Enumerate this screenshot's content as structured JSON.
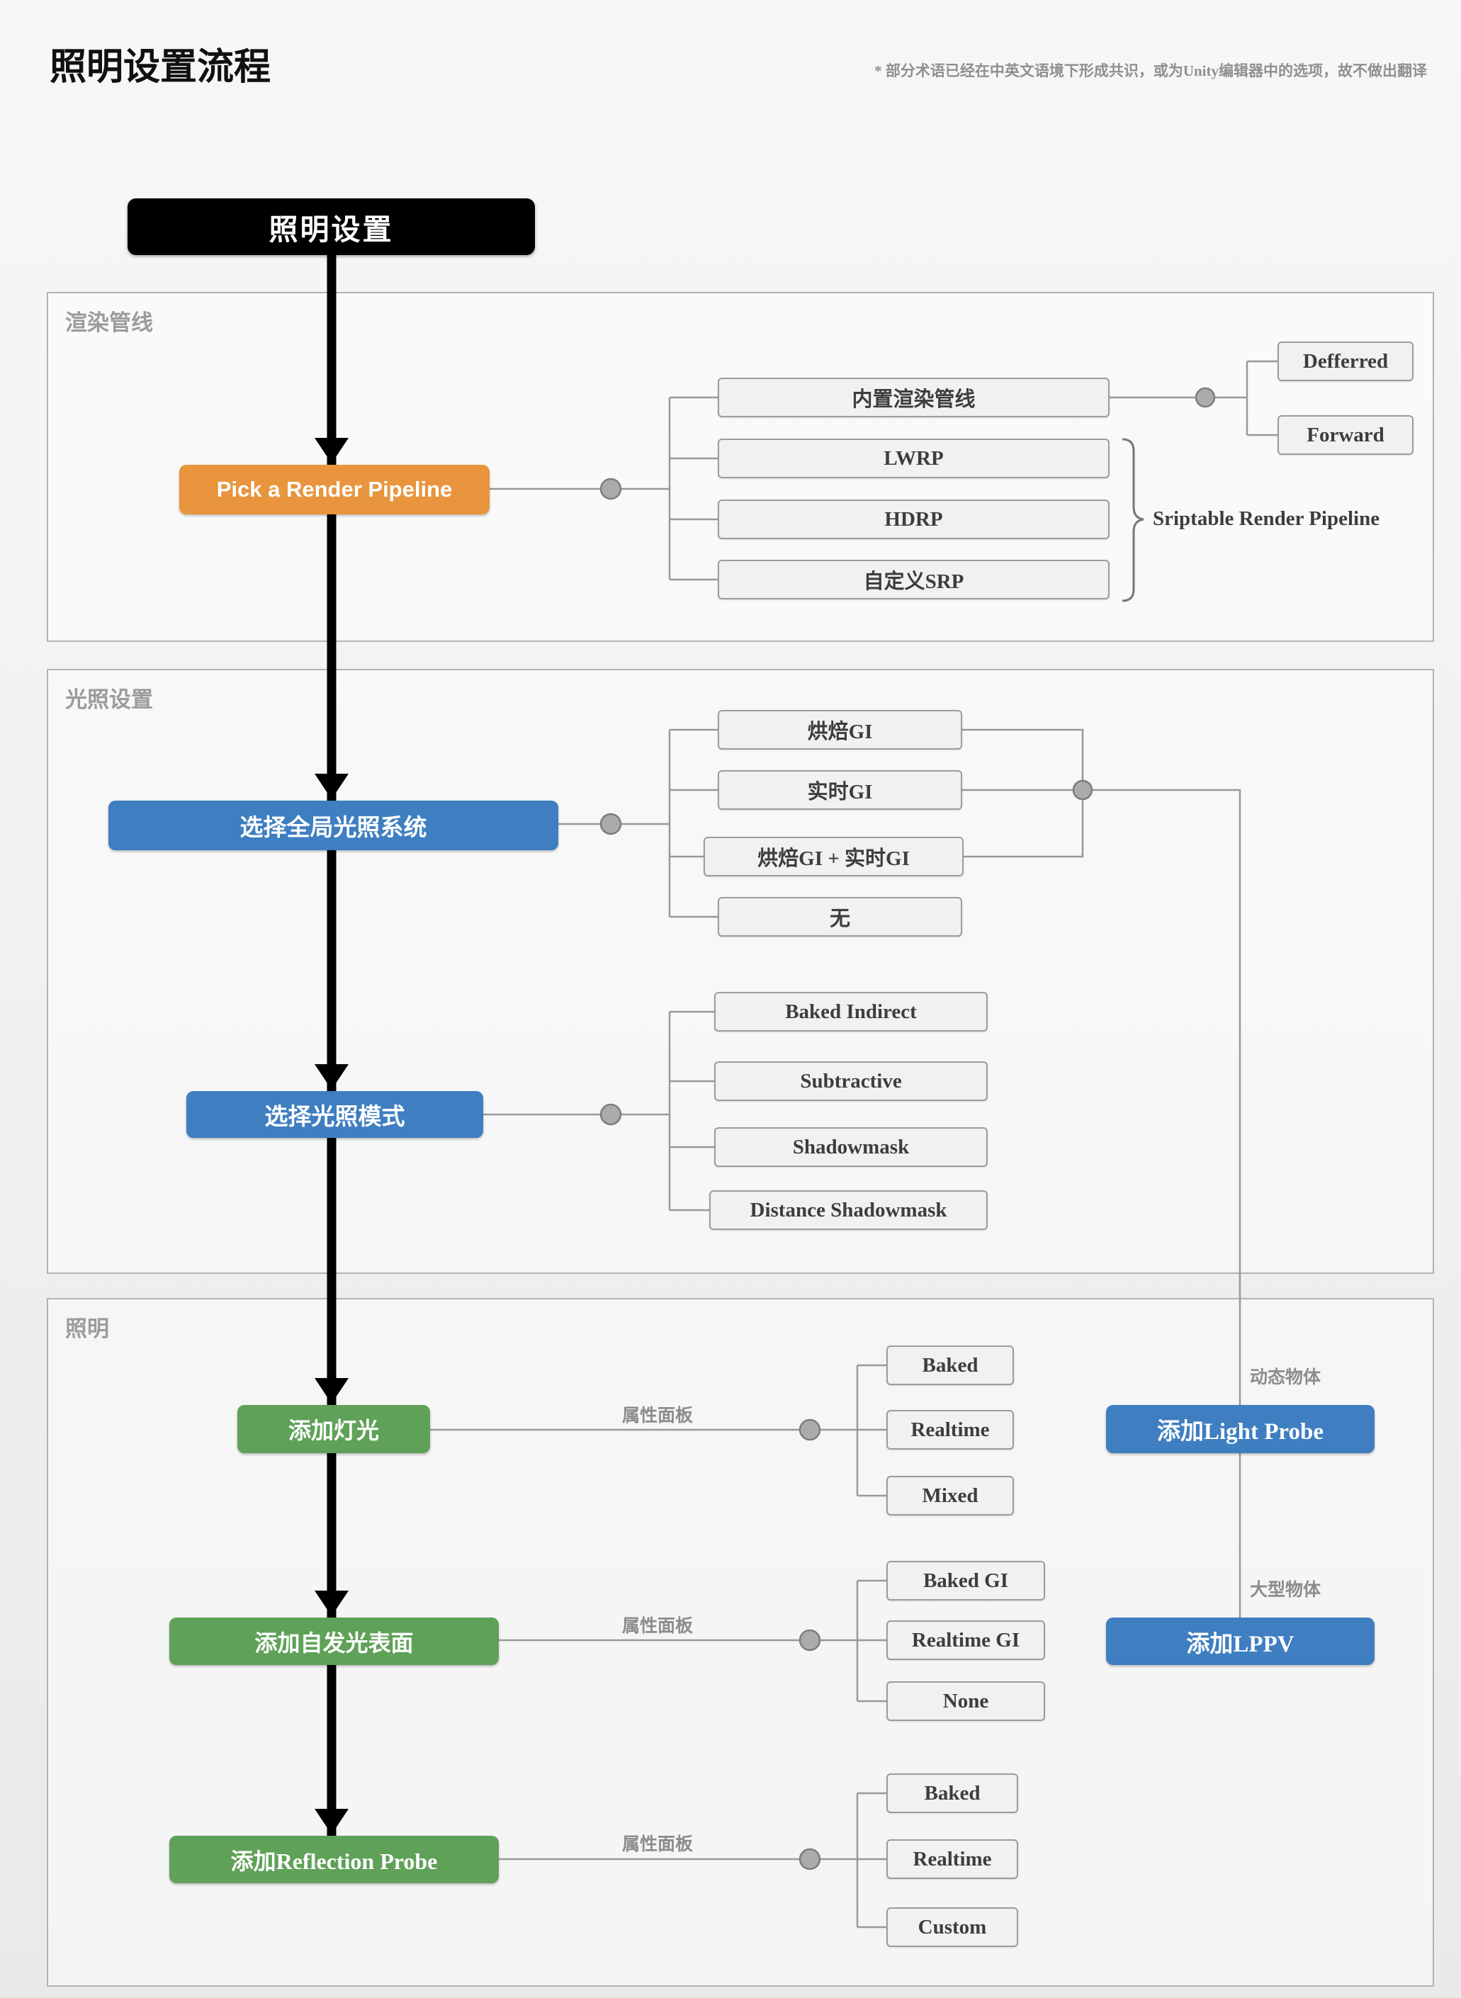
{
  "page": {
    "title": "照明设置流程",
    "note": "* 部分术语已经在中英文语境下形成共识，或为Unity编辑器中的选项，故不做出翻译"
  },
  "root": {
    "label": "照明设置"
  },
  "sections": {
    "render_pipeline": {
      "label": "渲染管线"
    },
    "lighting_settings": {
      "label": "光照设置"
    },
    "lighting": {
      "label": "照明"
    }
  },
  "nodes": {
    "pick_render_pipeline": "Pick a Render Pipeline",
    "builtin_rp": "内置渲染管线",
    "lwrp": "LWRP",
    "hdrp": "HDRP",
    "custom_srp": "自定义SRP",
    "deferred": "Defferred",
    "forward": "Forward",
    "srp_brace_label": "Sriptable Render Pipeline",
    "choose_gi": "选择全局光照系统",
    "baked_gi": "烘焙GI",
    "realtime_gi": "实时GI",
    "baked_realtime_gi": "烘焙GI + 实时GI",
    "none_gi": "无",
    "choose_lighting_mode": "选择光照模式",
    "baked_indirect": "Baked Indirect",
    "subtractive": "Subtractive",
    "shadowmask": "Shadowmask",
    "distance_shadowmask": "Distance Shadowmask",
    "add_lights": "添加灯光",
    "light_baked": "Baked",
    "light_realtime": "Realtime",
    "light_mixed": "Mixed",
    "property_panel": "属性面板",
    "dynamic_objects": "动态物体",
    "large_objects": "大型物体",
    "add_light_probe": "添加Light Probe",
    "add_lppv": "添加LPPV",
    "add_emissive": "添加自发光表面",
    "emissive_baked_gi": "Baked GI",
    "emissive_realtime_gi": "Realtime GI",
    "emissive_none": "None",
    "add_reflection_probe": "添加Reflection Probe",
    "probe_baked": "Baked",
    "probe_realtime": "Realtime",
    "probe_custom": "Custom"
  },
  "colors": {
    "accent_orange": "#e8953d",
    "accent_blue": "#3e7ec1",
    "accent_green": "#5fa158",
    "node_fill": "#f1f1f1",
    "node_border": "#9c9c9c",
    "wire": "#999999",
    "arrow": "#000000",
    "background": "#f0f0f0"
  }
}
